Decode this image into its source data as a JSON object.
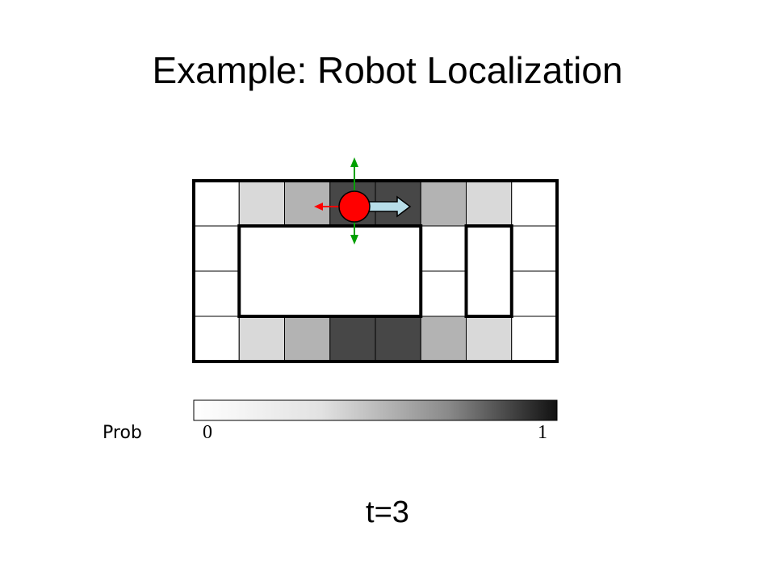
{
  "title": "Example: Robot Localization",
  "legend": {
    "label": "Prob",
    "min": "0",
    "max": "1"
  },
  "time_label": "t=3",
  "grid": {
    "rows": 4,
    "cols": 8,
    "probability": [
      [
        0.0,
        0.15,
        0.3,
        0.72,
        0.72,
        0.3,
        0.15,
        0.0
      ],
      [
        0.0,
        0.0,
        0.0,
        0.0,
        0.0,
        0.0,
        0.0,
        0.0
      ],
      [
        0.0,
        0.0,
        0.0,
        0.0,
        0.0,
        0.0,
        0.0,
        0.0
      ],
      [
        0.0,
        0.15,
        0.3,
        0.72,
        0.72,
        0.3,
        0.15,
        0.0
      ]
    ]
  },
  "colors": {
    "robot": "#ff0000",
    "move_arrow": "#b7dde8",
    "left_arrow": "#ff0000",
    "vertical_arrows": "#00a000"
  }
}
